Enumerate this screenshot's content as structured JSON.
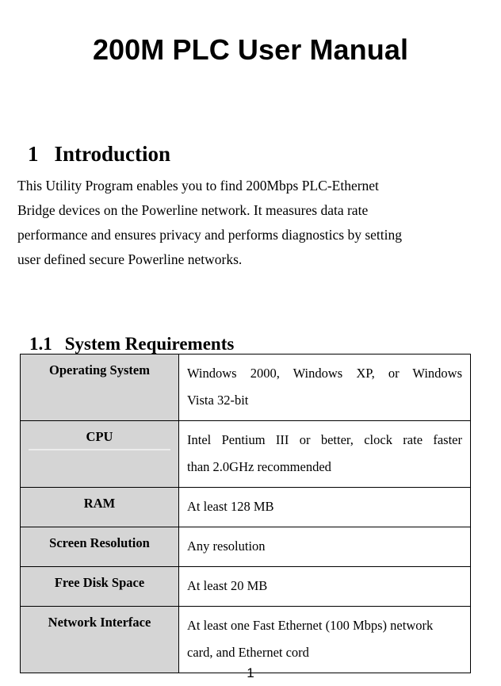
{
  "document": {
    "title": "200M PLC User Manual",
    "page_number": "1"
  },
  "sections": {
    "introduction": {
      "number": "1",
      "heading": "Introduction",
      "paragraph_lines": [
        "This Utility Program enables you to find 200Mbps PLC-Ethernet",
        "Bridge devices on the Powerline network. It measures data rate",
        "performance and ensures privacy and performs diagnostics by setting",
        "user defined secure Powerline networks."
      ]
    },
    "system_requirements": {
      "number": "1.1",
      "heading": "System Requirements"
    }
  },
  "requirements_table": {
    "rows": [
      {
        "label": "Operating System",
        "value_lines": [
          "Windows 2000, Windows XP, or Windows",
          "Vista 32-bit"
        ],
        "justify_first_line": true
      },
      {
        "label": "CPU",
        "value_lines": [
          "Intel Pentium III or better, clock rate faster",
          "than 2.0GHz recommended"
        ],
        "justify_first_line": true
      },
      {
        "label": "RAM",
        "value_lines": [
          "At least 128 MB"
        ],
        "justify_first_line": false
      },
      {
        "label": "Screen Resolution",
        "value_lines": [
          "Any resolution"
        ],
        "justify_first_line": false
      },
      {
        "label": "Free Disk Space",
        "value_lines": [
          "At least 20 MB"
        ],
        "justify_first_line": false
      },
      {
        "label": "Network Interface",
        "value_lines": [
          "At least one Fast Ethernet (100 Mbps) network",
          "card, and Ethernet cord"
        ],
        "justify_first_line": false
      }
    ],
    "label_background": "#d5d5d5",
    "border_color": "#000000"
  }
}
